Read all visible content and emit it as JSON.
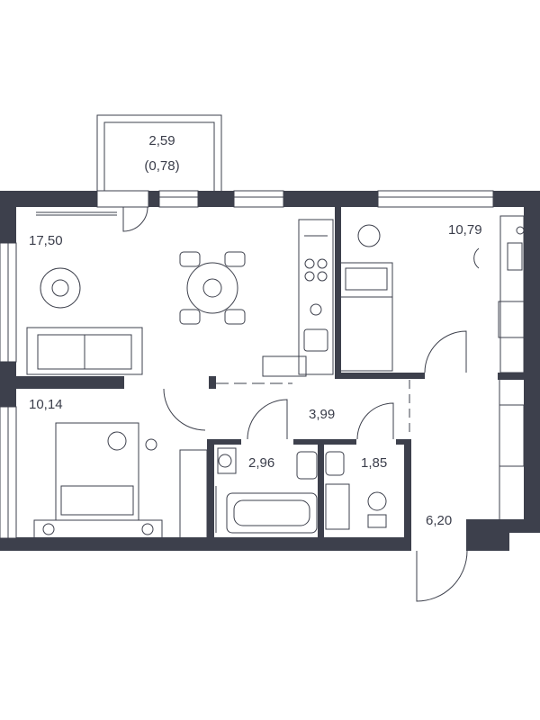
{
  "plan": {
    "colors": {
      "wall": "#3d404c",
      "line": "#3d404c",
      "background": "#ffffff"
    },
    "rooms": [
      {
        "id": "balcony",
        "area": "2,59",
        "area_reduced": "(0,78)"
      },
      {
        "id": "living-kitchen",
        "area": "17,50"
      },
      {
        "id": "bedroom-right",
        "area": "10,79"
      },
      {
        "id": "bedroom-left",
        "area": "10,14"
      },
      {
        "id": "corridor",
        "area": "3,99"
      },
      {
        "id": "bathroom",
        "area": "2,96"
      },
      {
        "id": "toilet",
        "area": "1,85"
      },
      {
        "id": "hallway",
        "area": "6,20"
      }
    ]
  }
}
